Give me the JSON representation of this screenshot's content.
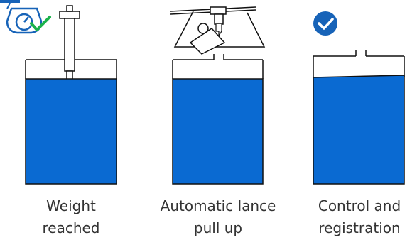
{
  "steps": [
    {
      "caption_line1": "Weight",
      "caption_line2": "reached",
      "status_icon": "scale-check-icon"
    },
    {
      "caption_line1": "Automatic lance",
      "caption_line2": "pull up",
      "status_icon": "lance-lift-mechanism"
    },
    {
      "caption_line1": "Control and",
      "caption_line2": "registration",
      "status_icon": "check-circle-icon"
    }
  ],
  "colors": {
    "liquid": "#0a6ad2",
    "outline": "#111111",
    "icon_blue": "#1763b8",
    "icon_green": "#1bb24b",
    "caption_text": "#333333"
  }
}
